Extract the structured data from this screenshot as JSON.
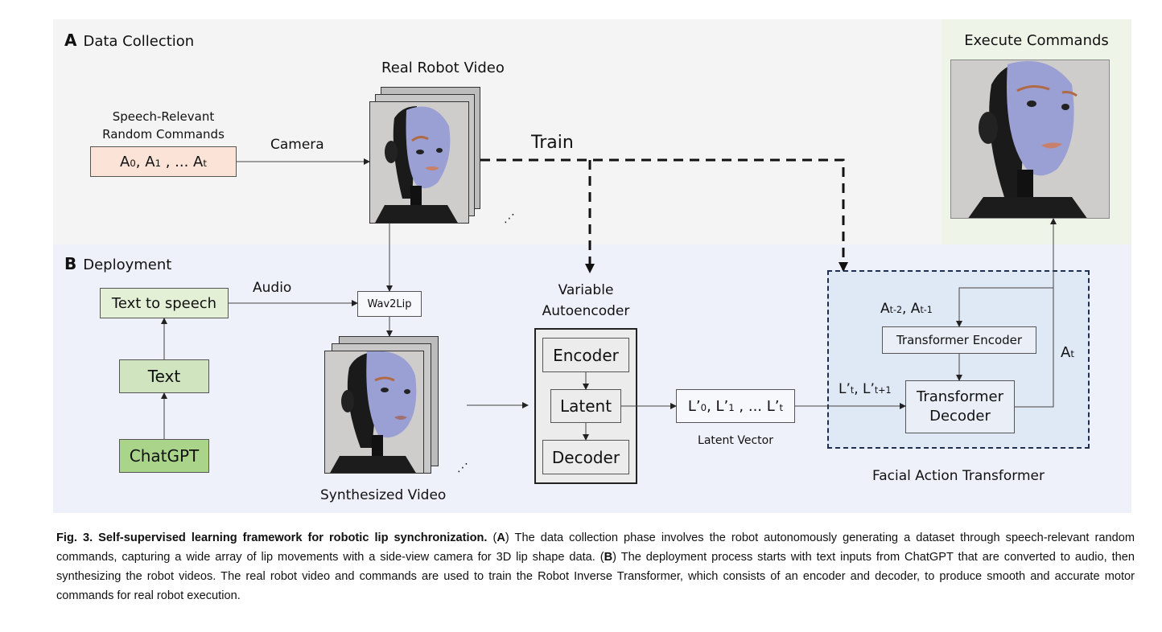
{
  "figure": {
    "panel_a": {
      "letter": "A",
      "title": "Data Collection",
      "commands_label_line1": "Speech-Relevant",
      "commands_label_line2": "Random Commands",
      "commands_box": {
        "base": "A",
        "items": [
          "0",
          "1",
          "t"
        ],
        "text": "A0, A1 , ... At"
      },
      "camera_label": "Camera",
      "real_video_label": "Real Robot Video",
      "train_label": "Train",
      "ellipsis": "⋰"
    },
    "execute": {
      "title": "Execute Commands"
    },
    "panel_b": {
      "letter": "B",
      "title": "Deployment",
      "tts_label": "Text to speech",
      "text_label": "Text",
      "chatgpt_label": "ChatGPT",
      "audio_label": "Audio",
      "wav2lip_label": "Wav2Lip",
      "synth_video_label": "Synthesized Video",
      "vae_title_line1": "Variable",
      "vae_title_line2": "Autoencoder",
      "encoder_label": "Encoder",
      "latent_label": "Latent",
      "decoder_label": "Decoder",
      "latent_vector_text": "L’0, L’1 , ... L’t",
      "latent_vector_caption": "Latent Vector",
      "fat_title": "Facial Action Transformer",
      "prev_actions_label": "At-2, At-1",
      "transformer_encoder_label": "Transformer Encoder",
      "transformer_decoder_line1": "Transformer",
      "transformer_decoder_line2": "Decoder",
      "latent_input_label": "L’t, L’t+1",
      "action_output_label": "At"
    },
    "colors": {
      "panel_a_bg": "#f4f4f4",
      "panel_b_bg": "#eef1f9",
      "execute_bg": "#eef4e8",
      "commands_box": "#fbe3d7",
      "tts_box": "#e4f0d6",
      "text_box": "#cfe4bf",
      "chatgpt_box": "#a9d48a",
      "transformer_bg": "#dfe8f5",
      "transformer_border": "#1e2f4f"
    }
  },
  "caption": {
    "fig_label": "Fig. 3. Self-supervised learning framework for robotic lip synchronization.",
    "part_a_marker": "A",
    "part_a_text": " The data collection phase involves the robot autonomously generating a dataset through speech-relevant random commands, capturing a wide array of lip movements with a side-view camera for 3D lip shape data. ",
    "part_b_marker": "B",
    "part_b_text": " The deployment process starts with text inputs from ChatGPT that are converted to audio, then synthesizing the robot videos. The real robot video and commands are used to train the Robot Inverse Transformer, which consists of an encoder and decoder, to produce smooth and accurate motor commands for real robot execution."
  }
}
